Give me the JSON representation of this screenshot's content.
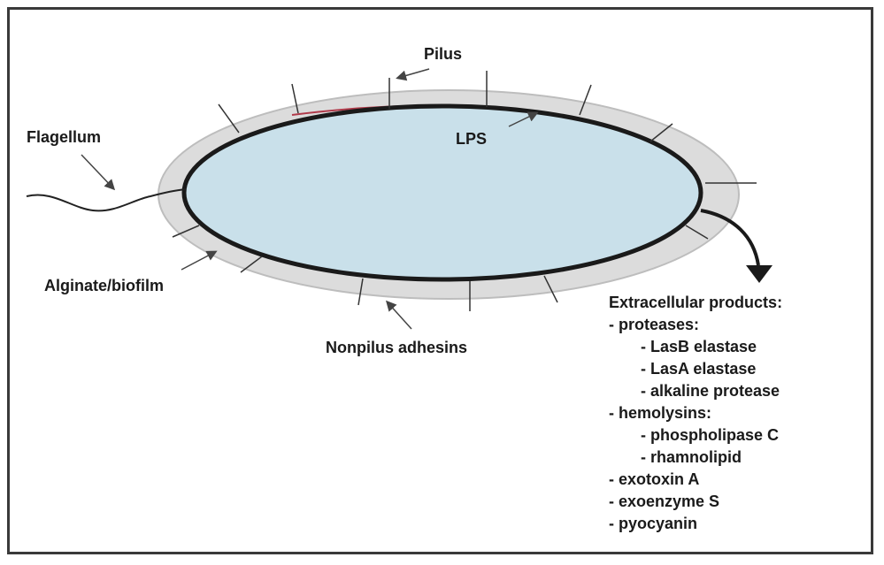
{
  "labels": {
    "pilus": "Pilus",
    "flagellum": "Flagellum",
    "lps": "LPS",
    "alginate": "Alginate/biofilm",
    "nonpilus": "Nonpilus adhesins"
  },
  "products": {
    "heading": "Extracellular products:",
    "items": [
      {
        "text": "- proteases:",
        "level": 1
      },
      {
        "text": "- LasB elastase",
        "level": 2
      },
      {
        "text": "- LasA elastase",
        "level": 2
      },
      {
        "text": "- alkaline protease",
        "level": 2
      },
      {
        "text": "- hemolysins:",
        "level": 1
      },
      {
        "text": "- phospholipase C",
        "level": 2
      },
      {
        "text": "- rhamnolipid",
        "level": 2
      },
      {
        "text": "- exotoxin A",
        "level": 1
      },
      {
        "text": "- exoenzyme S",
        "level": 1
      },
      {
        "text": "- pyocyanin",
        "level": 1
      }
    ]
  },
  "colors": {
    "cell_fill": "#c9e0ea",
    "outer_fill": "#dcdcdc",
    "membrane": "#1a1a1a",
    "outer_edge": "#bdbdbd",
    "lps_accent": "#b03a4a",
    "arrow": "#1a1a1a"
  }
}
